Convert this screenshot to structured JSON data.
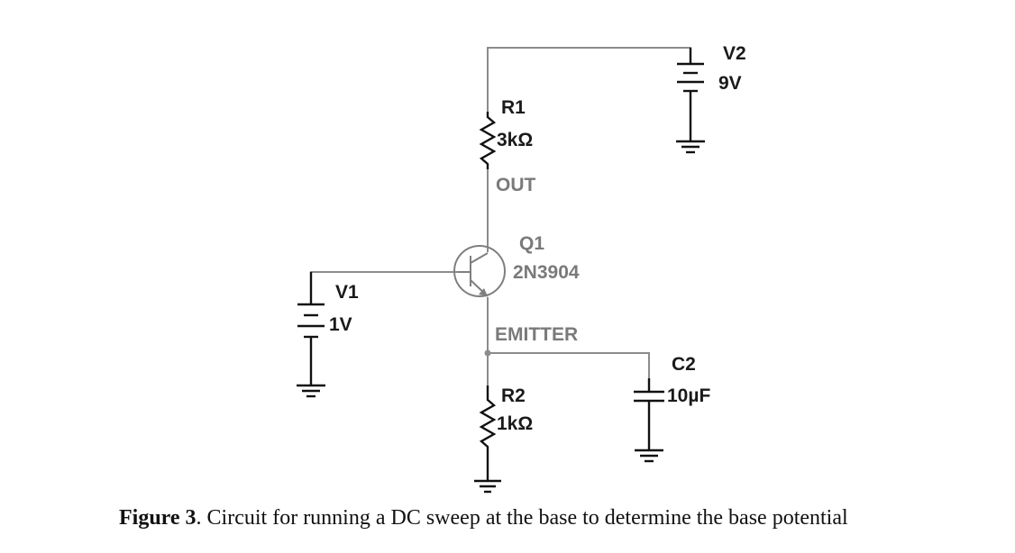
{
  "figure": {
    "caption_prefix": "Figure 3",
    "caption_text": ". Circuit for running a DC sweep at the base to determine the base potential"
  },
  "components": {
    "r1": {
      "name": "R1",
      "value": "3kΩ"
    },
    "r2": {
      "name": "R2",
      "value": "1kΩ"
    },
    "q1": {
      "name": "Q1",
      "model": "2N3904"
    },
    "v1": {
      "name": "V1",
      "value": "1V"
    },
    "v2": {
      "name": "V2",
      "value": "9V"
    },
    "c2": {
      "name": "C2",
      "value": "10µF"
    }
  },
  "nets": {
    "out": "OUT",
    "emitter": "EMITTER"
  },
  "colors": {
    "wire": "#8c8c8c",
    "component": "#111111",
    "net_label": "#7a7a7a"
  }
}
